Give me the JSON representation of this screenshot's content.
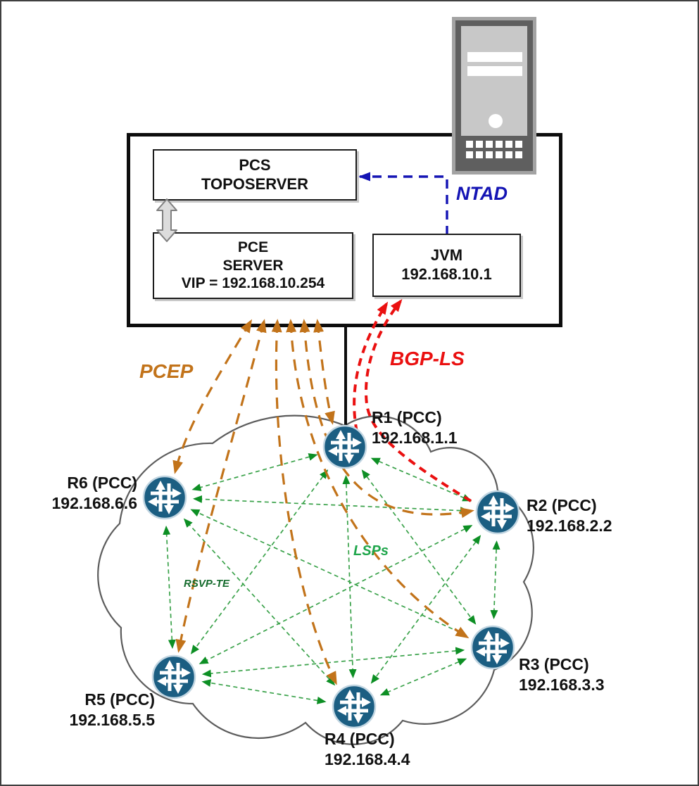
{
  "diagram": {
    "description": "PCE controller with PCEP, BGP-LS, NTAD and RSVP-TE LSP full mesh topology"
  },
  "controller_box": {
    "pcs_toposerver": {
      "line1": "PCS",
      "line2": "TOPOSERVER"
    },
    "pce_server": {
      "line1": "PCE",
      "line2": "SERVER",
      "line3": "VIP = 192.168.10.254"
    },
    "jvm": {
      "line1": "JVM",
      "line2": "192.168.10.1"
    }
  },
  "labels": {
    "ntad": "NTAD",
    "pcep": "PCEP",
    "bgp_ls": "BGP-LS",
    "lsps": "LSPs",
    "rsvp_te": "RSVP-TE"
  },
  "colors": {
    "ntad_blue": "#1414b4",
    "pcep_orange": "#c2731a",
    "bgp_ls_red": "#ea1010",
    "lsps_green": "#3aa24a",
    "rsvp_te_green": "#156b2d",
    "router_fill": "#1b5e82",
    "cloud_stroke": "#5c5c5c"
  },
  "routers": [
    {
      "id": "R1",
      "label": "R1 (PCC)",
      "ip": "192.168.1.1"
    },
    {
      "id": "R2",
      "label": "R2 (PCC)",
      "ip": "192.168.2.2"
    },
    {
      "id": "R3",
      "label": "R3 (PCC)",
      "ip": "192.168.3.3"
    },
    {
      "id": "R4",
      "label": "R4 (PCC)",
      "ip": "192.168.4.4"
    },
    {
      "id": "R5",
      "label": "R5 (PCC)",
      "ip": "192.168.5.5"
    },
    {
      "id": "R6",
      "label": "R6 (PCC)",
      "ip": "192.168.6.6"
    }
  ],
  "lsp_mesh_links": [
    [
      "R1",
      "R2"
    ],
    [
      "R1",
      "R3"
    ],
    [
      "R1",
      "R4"
    ],
    [
      "R1",
      "R5"
    ],
    [
      "R1",
      "R6"
    ],
    [
      "R2",
      "R3"
    ],
    [
      "R2",
      "R4"
    ],
    [
      "R2",
      "R5"
    ],
    [
      "R2",
      "R6"
    ],
    [
      "R3",
      "R4"
    ],
    [
      "R3",
      "R5"
    ],
    [
      "R3",
      "R6"
    ],
    [
      "R4",
      "R5"
    ],
    [
      "R4",
      "R6"
    ],
    [
      "R5",
      "R6"
    ]
  ]
}
